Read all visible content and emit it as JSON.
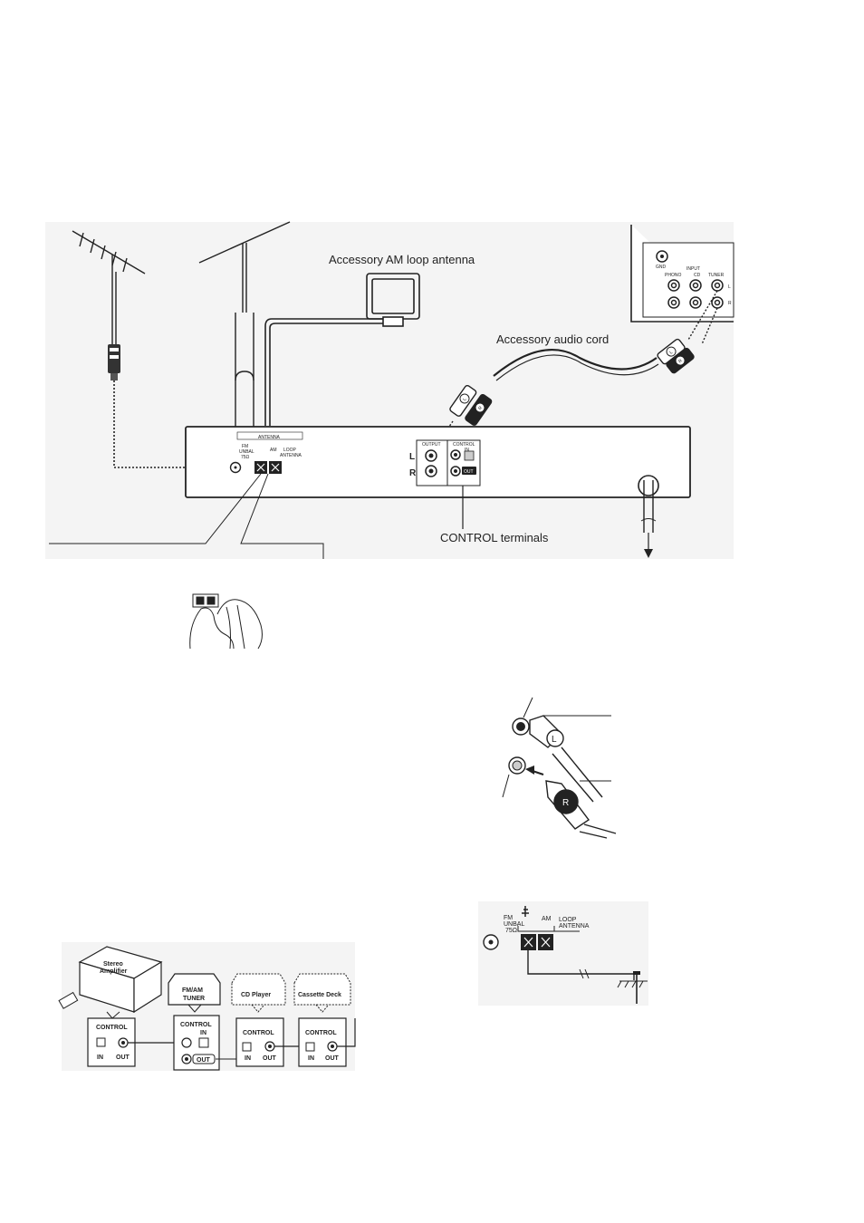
{
  "main_diagram": {
    "am_antenna_label": "Accessory AM loop antenna",
    "audio_cord_label": "Accessory audio cord",
    "control_terminals_label": "CONTROL terminals",
    "tuner_panel": {
      "antenna_header": "ANTENNA",
      "fm_label_1": "FM",
      "fm_label_2": "UNBAL",
      "fm_label_3": "75Ω",
      "am_label": "AM",
      "loop_label_1": "LOOP",
      "loop_label_2": "ANTENNA",
      "output_label": "OUTPUT",
      "control_label": "CONTROL",
      "in_label": "IN",
      "out_label": "OUT",
      "l_label": "L",
      "r_label": "R"
    },
    "amp_panel": {
      "gnd_label": "GND",
      "input_label": "INPUT",
      "phono_label": "PHONO",
      "cd_label": "CD",
      "tuner_label": "TUNER",
      "l_label": "L",
      "r_label": "R"
    },
    "plug_l": "L",
    "plug_r": "R"
  },
  "plug_detail": {
    "l_label": "L",
    "r_label": "R"
  },
  "ground_detail": {
    "fm_1": "FM",
    "fm_2": "UNBAL",
    "fm_3": "75Ω",
    "am": "AM",
    "loop_1": "LOOP",
    "loop_2": "ANTENNA"
  },
  "system_diagram": {
    "amp_title_1": "Stereo",
    "amp_title_2": "Amplifier",
    "tuner_title_1": "FM/AM",
    "tuner_title_2": "TUNER",
    "cd_title": "CD Player",
    "deck_title": "Cassette Deck",
    "control": "CONTROL",
    "in": "IN",
    "out": "OUT"
  }
}
